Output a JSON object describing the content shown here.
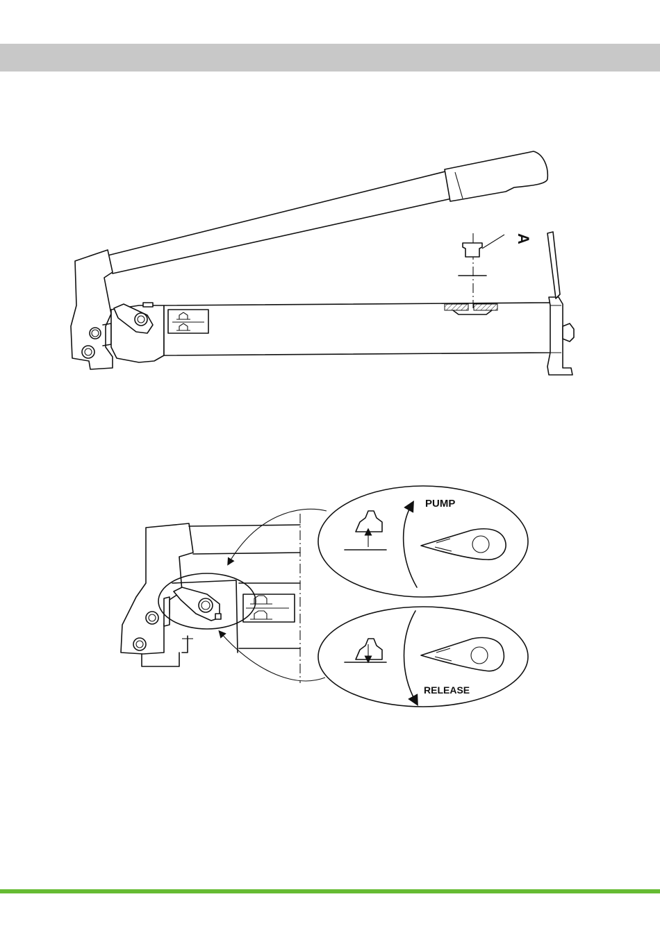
{
  "colors": {
    "header_bar": "#c8c8c8",
    "footer_line": "#66bb33",
    "line": "#111111"
  },
  "figure1": {
    "callout_label": "A"
  },
  "figure2": {
    "pump_label": "PUMP",
    "release_label": "RELEASE"
  }
}
